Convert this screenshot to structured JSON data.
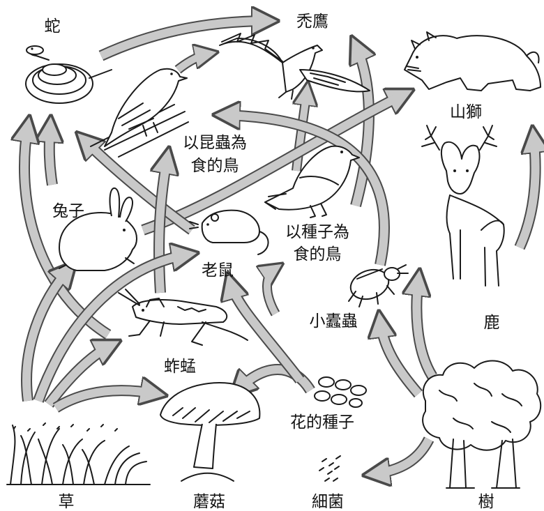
{
  "organisms": {
    "snake": "蛇",
    "eagle": "禿鷹",
    "lion": "山獅",
    "insect_bird": [
      "以昆蟲為",
      "食的鳥"
    ],
    "seed_bird": [
      "以種子為",
      "食的鳥"
    ],
    "rabbit": "兔子",
    "mouse": "老鼠",
    "grasshopper": "蚱蜢",
    "beetle": "小蠹蟲",
    "deer": "鹿",
    "seeds": "花的種子",
    "grass": "草",
    "mushroom": "蘑菇",
    "bacteria": "細菌",
    "tree": "樹"
  },
  "colors": {
    "arrow_fill": "#c9c9c9",
    "arrow_stroke": "#4a4a4a",
    "ink": "#1a1a1a"
  }
}
